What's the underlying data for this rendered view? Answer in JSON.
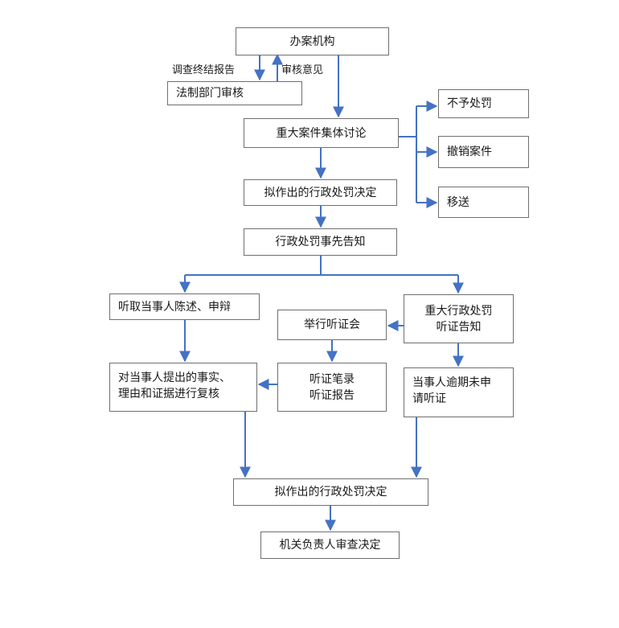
{
  "boxes": {
    "agency": "办案机构",
    "legal_review": "法制部门审核",
    "collective": "重大案件集体讨论",
    "no_penalty": "不予处罚",
    "revoke": "撤销案件",
    "transfer": "移送",
    "draft1": "拟作出的行政处罚决定",
    "advance_notice": "行政处罚事先告知",
    "hear_statement": "听取当事人陈述、申辩",
    "major_notice": [
      "重大行政处罚",
      "听证告知"
    ],
    "hold_hearing": "举行听证会",
    "review": [
      "对当事人提出的事实、",
      "理由和证据进行复核"
    ],
    "hearing_record": [
      "听证笔录",
      "听证报告"
    ],
    "overdue": [
      "当事人逾期未申",
      "请听证"
    ],
    "draft2": "拟作出的行政处罚决定",
    "head_decision": "机关负责人审查决定"
  },
  "labels": {
    "investigation_report": "调查终结报告",
    "review_opinion": "审核意见"
  },
  "colors": {
    "arrow": "#4472c4",
    "border": "#6f6f6f"
  }
}
